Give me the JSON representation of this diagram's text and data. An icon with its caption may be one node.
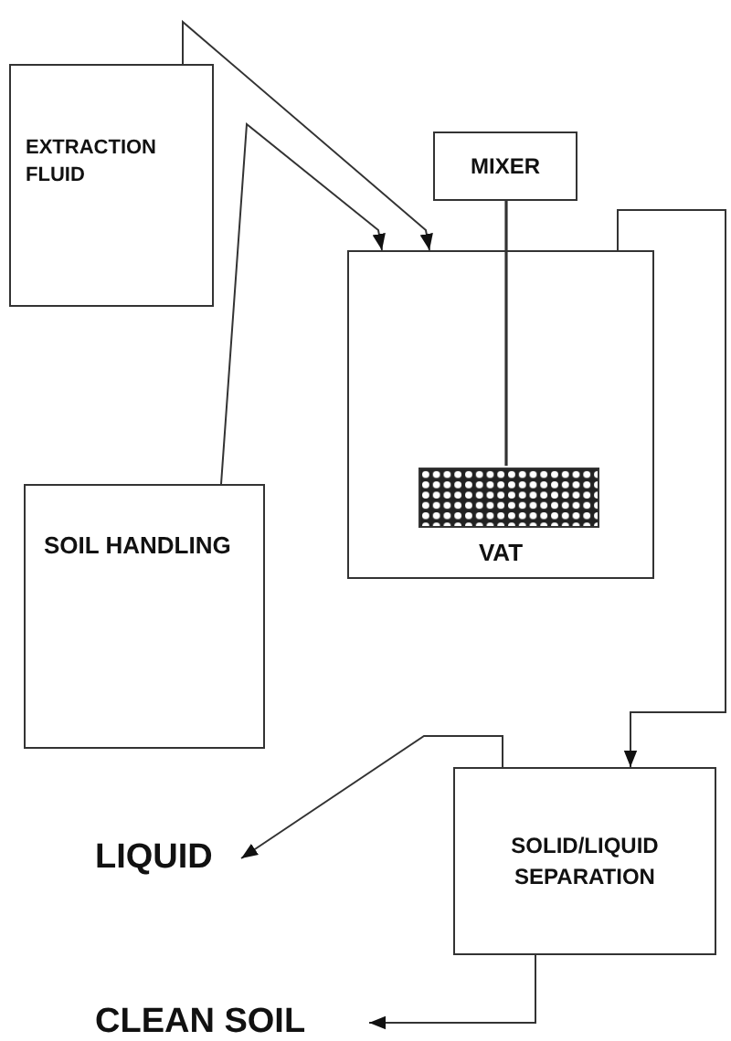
{
  "diagram": {
    "nodes": [
      {
        "text": [
          "EXTRACTION FLUID"
        ]
      },
      {
        "text": [
          "MIXER"
        ]
      },
      {
        "text": [
          "VAT"
        ]
      },
      {
        "text": [],
        "shape": "box",
        "in": 2
      },
      {
        "text": [
          "SOIL HANDLING"
        ]
      },
      {
        "text": [
          "SOLID/LIQUID SEPARATION"
        ]
      },
      {
        "text": [
          "LIQUID"
        ]
      },
      {
        "text": [
          "CLEAN SOIL"
        ]
      }
    ],
    "edges": [
      {
        "from": 0,
        "to": 2,
        "arrow": "to"
      },
      {
        "from": 4,
        "to": 2,
        "arrow": "to"
      },
      {
        "from": 2,
        "to": 5,
        "arrow": "to"
      },
      {
        "from": 1,
        "to": 3,
        "arrow": "none"
      },
      {
        "from": 5,
        "to": 6,
        "arrow": "to"
      },
      {
        "from": 5,
        "to": 7,
        "arrow": "to"
      }
    ]
  }
}
